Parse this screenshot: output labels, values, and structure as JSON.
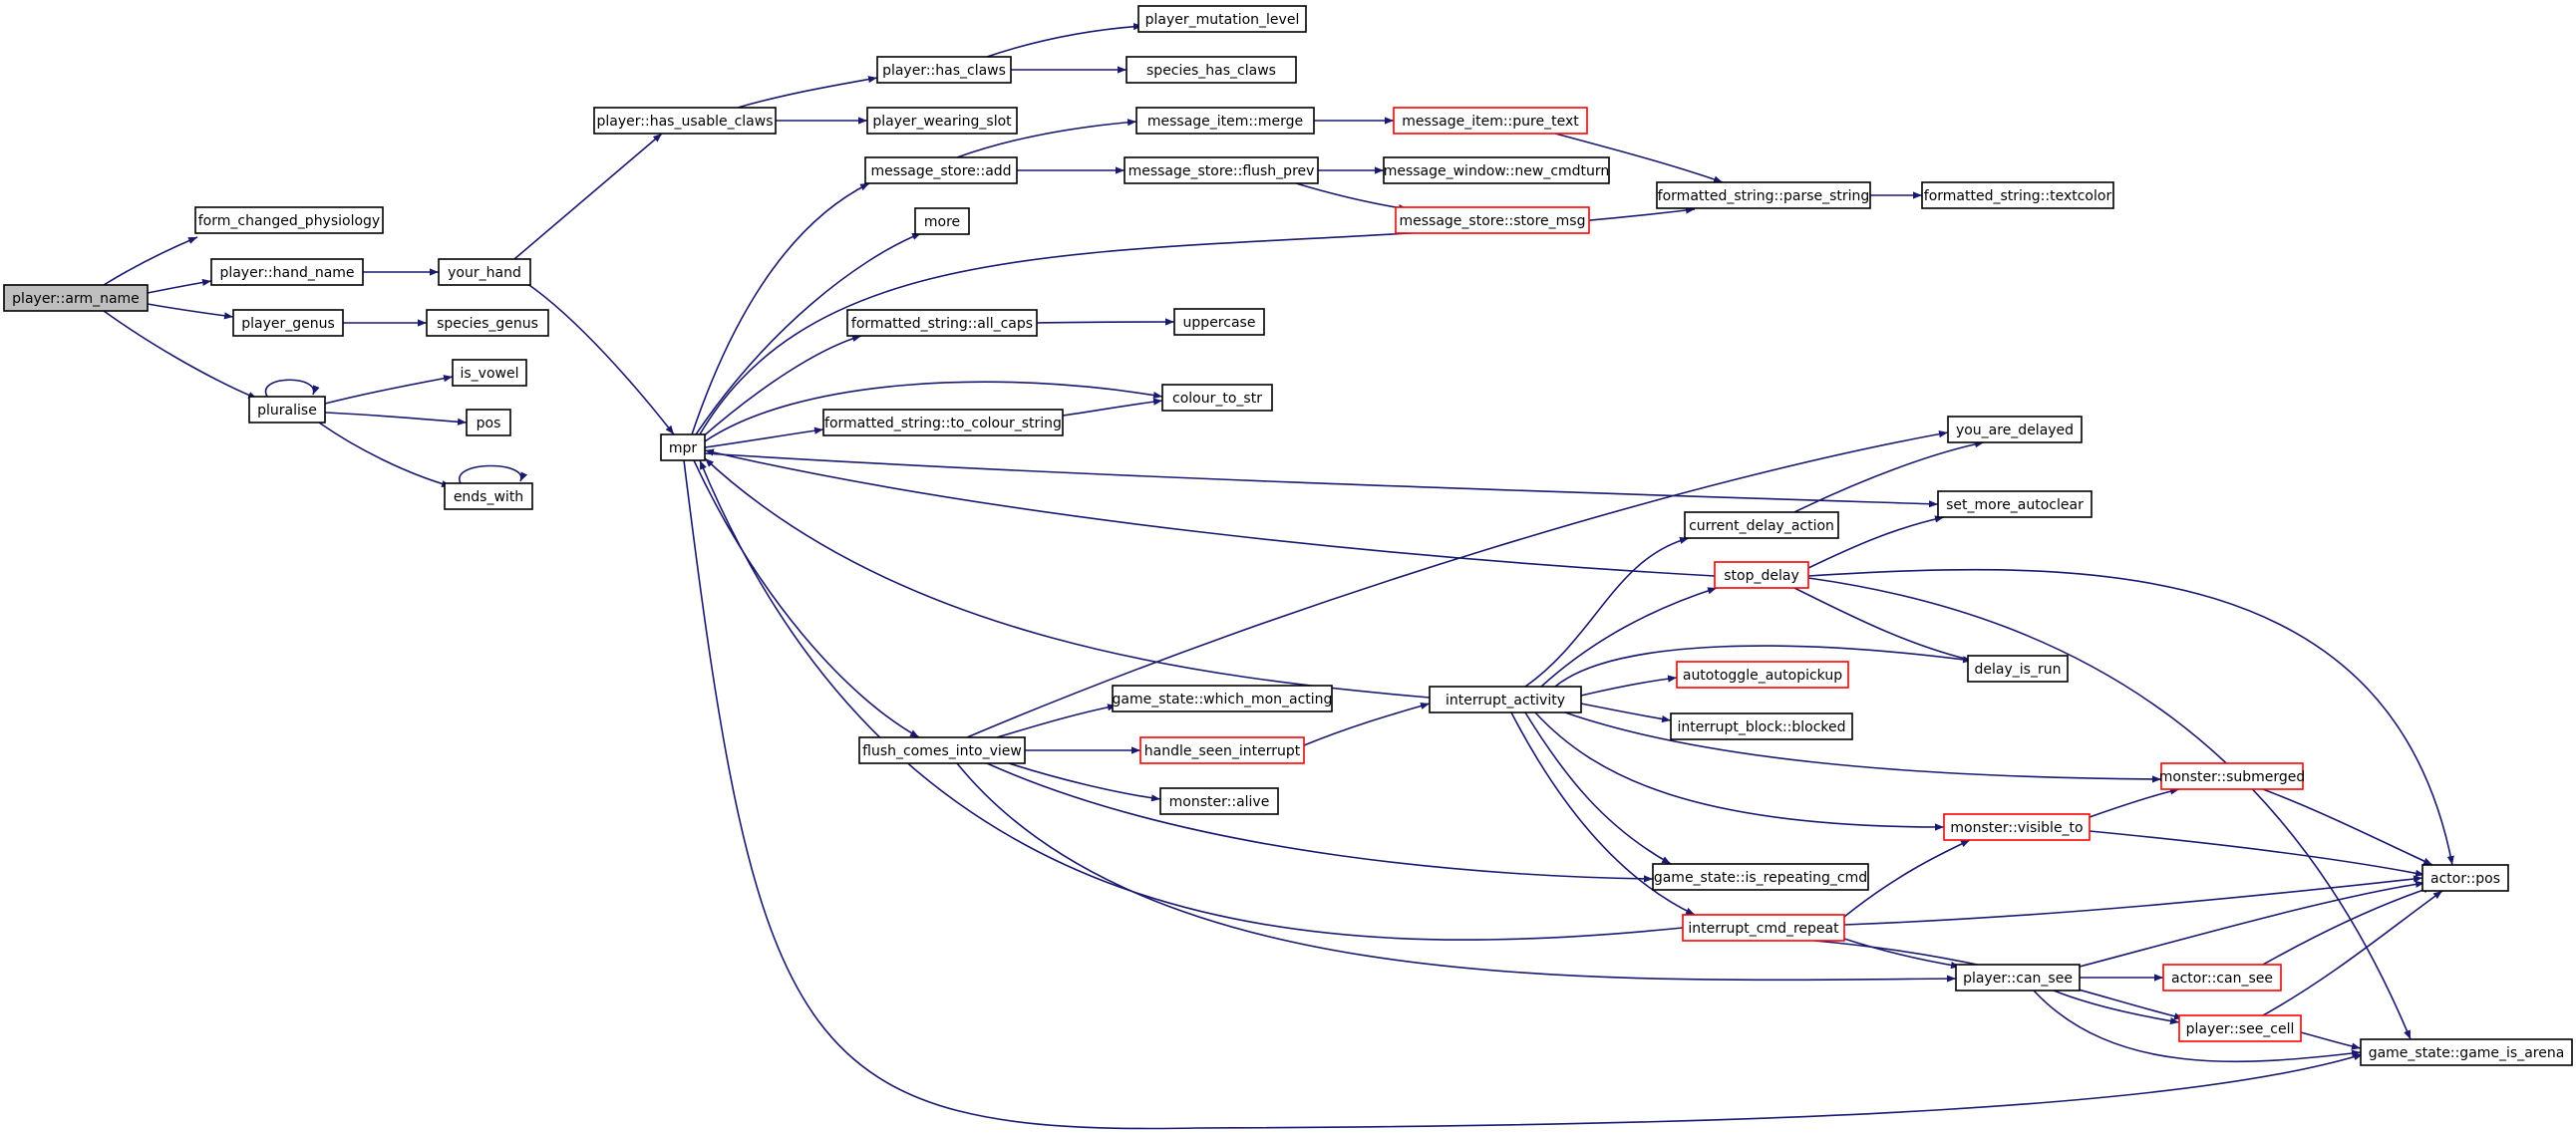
{
  "colors": {
    "edge": "#191970",
    "node_border": "#000000",
    "truncated_border": "#ff0000",
    "root_fill": "#bfbfbf",
    "node_fill": "#ffffff"
  },
  "nodes": [
    {
      "id": "arm_name",
      "label": "player::arm_name",
      "kind": "root"
    },
    {
      "id": "form_changed",
      "label": "form_changed_physiology",
      "kind": "normal"
    },
    {
      "id": "hand_name",
      "label": "player::hand_name",
      "kind": "normal"
    },
    {
      "id": "player_genus",
      "label": "player_genus",
      "kind": "normal"
    },
    {
      "id": "pluralise",
      "label": "pluralise",
      "kind": "normal"
    },
    {
      "id": "your_hand",
      "label": "your_hand",
      "kind": "normal"
    },
    {
      "id": "species_genus",
      "label": "species_genus",
      "kind": "normal"
    },
    {
      "id": "is_vowel",
      "label": "is_vowel",
      "kind": "normal"
    },
    {
      "id": "pos",
      "label": "pos",
      "kind": "normal"
    },
    {
      "id": "ends_with",
      "label": "ends_with",
      "kind": "normal"
    },
    {
      "id": "has_usable_claws",
      "label": "player::has_usable_claws",
      "kind": "normal"
    },
    {
      "id": "mpr",
      "label": "mpr",
      "kind": "normal"
    },
    {
      "id": "has_claws",
      "label": "player::has_claws",
      "kind": "normal"
    },
    {
      "id": "wearing_slot",
      "label": "player_wearing_slot",
      "kind": "normal"
    },
    {
      "id": "mutation_level",
      "label": "player_mutation_level",
      "kind": "normal"
    },
    {
      "id": "species_has_claws",
      "label": "species_has_claws",
      "kind": "normal"
    },
    {
      "id": "ms_add",
      "label": "message_store::add",
      "kind": "normal"
    },
    {
      "id": "more",
      "label": "more",
      "kind": "normal"
    },
    {
      "id": "all_caps",
      "label": "formatted_string::all_caps",
      "kind": "normal"
    },
    {
      "id": "to_colour_string",
      "label": "formatted_string::to_colour_string",
      "kind": "normal"
    },
    {
      "id": "flush_comes",
      "label": "flush_comes_into_view",
      "kind": "normal"
    },
    {
      "id": "mi_merge",
      "label": "message_item::merge",
      "kind": "normal"
    },
    {
      "id": "ms_flush_prev",
      "label": "message_store::flush_prev",
      "kind": "normal"
    },
    {
      "id": "mi_pure_text",
      "label": "message_item::pure_text",
      "kind": "truncated"
    },
    {
      "id": "mw_new_cmdturn",
      "label": "message_window::new_cmdturn",
      "kind": "normal"
    },
    {
      "id": "ms_store_msg",
      "label": "message_store::store_msg",
      "kind": "truncated"
    },
    {
      "id": "fs_parse_string",
      "label": "formatted_string::parse_string",
      "kind": "normal"
    },
    {
      "id": "fs_textcolor",
      "label": "formatted_string::textcolor",
      "kind": "normal"
    },
    {
      "id": "uppercase",
      "label": "uppercase",
      "kind": "normal"
    },
    {
      "id": "colour_to_str",
      "label": "colour_to_str",
      "kind": "normal"
    },
    {
      "id": "gs_which_mon",
      "label": "game_state::which_mon_acting",
      "kind": "normal"
    },
    {
      "id": "handle_seen",
      "label": "handle_seen_interrupt",
      "kind": "truncated"
    },
    {
      "id": "monster_alive",
      "label": "monster::alive",
      "kind": "normal"
    },
    {
      "id": "interrupt_activity",
      "label": "interrupt_activity",
      "kind": "normal"
    },
    {
      "id": "current_delay",
      "label": "current_delay_action",
      "kind": "normal"
    },
    {
      "id": "stop_delay",
      "label": "stop_delay",
      "kind": "truncated"
    },
    {
      "id": "autotoggle",
      "label": "autotoggle_autopickup",
      "kind": "truncated"
    },
    {
      "id": "ib_blocked",
      "label": "interrupt_block::blocked",
      "kind": "normal"
    },
    {
      "id": "gs_is_repeating",
      "label": "game_state::is_repeating_cmd",
      "kind": "normal"
    },
    {
      "id": "interrupt_cmd_repeat",
      "label": "interrupt_cmd_repeat",
      "kind": "truncated"
    },
    {
      "id": "you_are_delayed",
      "label": "you_are_delayed",
      "kind": "normal"
    },
    {
      "id": "set_more_autoclear",
      "label": "set_more_autoclear",
      "kind": "normal"
    },
    {
      "id": "delay_is_run",
      "label": "delay_is_run",
      "kind": "normal"
    },
    {
      "id": "monster_submerged",
      "label": "monster::submerged",
      "kind": "truncated"
    },
    {
      "id": "monster_visible_to",
      "label": "monster::visible_to",
      "kind": "truncated"
    },
    {
      "id": "player_can_see",
      "label": "player::can_see",
      "kind": "normal"
    },
    {
      "id": "actor_can_see",
      "label": "actor::can_see",
      "kind": "truncated"
    },
    {
      "id": "player_see_cell",
      "label": "player::see_cell",
      "kind": "truncated"
    },
    {
      "id": "actor_pos",
      "label": "actor::pos",
      "kind": "normal"
    },
    {
      "id": "gs_game_is_arena",
      "label": "game_state::game_is_arena",
      "kind": "normal"
    }
  ]
}
